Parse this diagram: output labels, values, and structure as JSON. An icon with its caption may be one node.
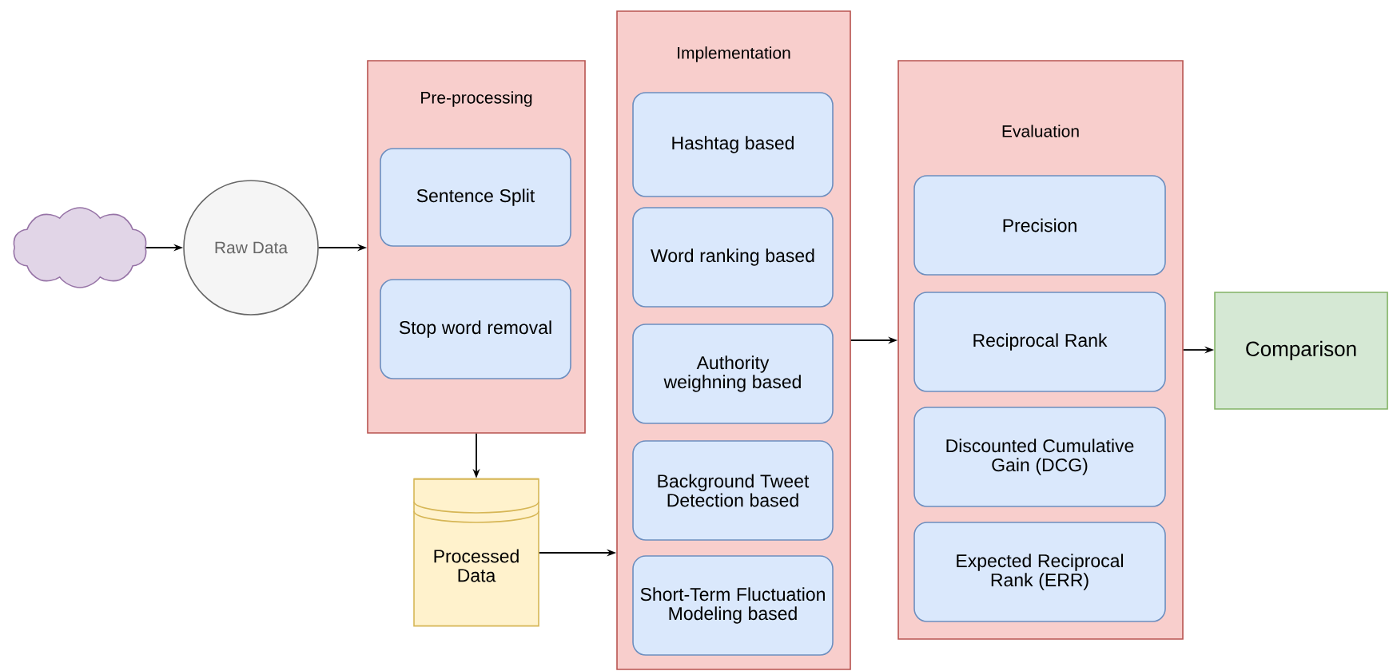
{
  "diagram": {
    "nodes": [
      {
        "text": [],
        "shape": "cloud"
      },
      {
        "text": [
          "Raw Data"
        ]
      },
      {
        "text": [
          "Pre-processing"
        ]
      },
      {
        "text": [
          "Sentence Split"
        ],
        "in": 2
      },
      {
        "text": [
          "Stop word removal"
        ],
        "in": 2
      },
      {
        "text": [
          "Processed Data"
        ]
      },
      {
        "text": [
          "Implementation"
        ]
      },
      {
        "text": [
          "Hashtag based"
        ],
        "in": 6
      },
      {
        "text": [
          "Word ranking based"
        ],
        "in": 6
      },
      {
        "text": [
          "Authority weighning based"
        ],
        "in": 6
      },
      {
        "text": [
          "Background Tweet Detection based"
        ],
        "in": 6
      },
      {
        "text": [
          "Short-Term Fluctuation Modeling based"
        ],
        "in": 6
      },
      {
        "text": [
          "Evaluation"
        ]
      },
      {
        "text": [
          "Precision"
        ],
        "in": 12
      },
      {
        "text": [
          "Reciprocal Rank"
        ],
        "in": 12
      },
      {
        "text": [
          "Discounted Cumulative Gain (DCG)"
        ],
        "in": 12
      },
      {
        "text": [
          "Expected Reciprocal Rank (ERR)"
        ],
        "in": 12
      },
      {
        "text": [
          "Comparison"
        ]
      }
    ],
    "edges": [
      {
        "from": 0,
        "to": 1,
        "arrow": "to"
      },
      {
        "from": 1,
        "to": 2,
        "arrow": "to"
      },
      {
        "from": 2,
        "to": 5,
        "arrow": "to"
      },
      {
        "from": 5,
        "to": 6,
        "arrow": "to"
      },
      {
        "from": 6,
        "to": 12,
        "arrow": "to"
      },
      {
        "from": 12,
        "to": 17,
        "arrow": "to"
      }
    ]
  }
}
